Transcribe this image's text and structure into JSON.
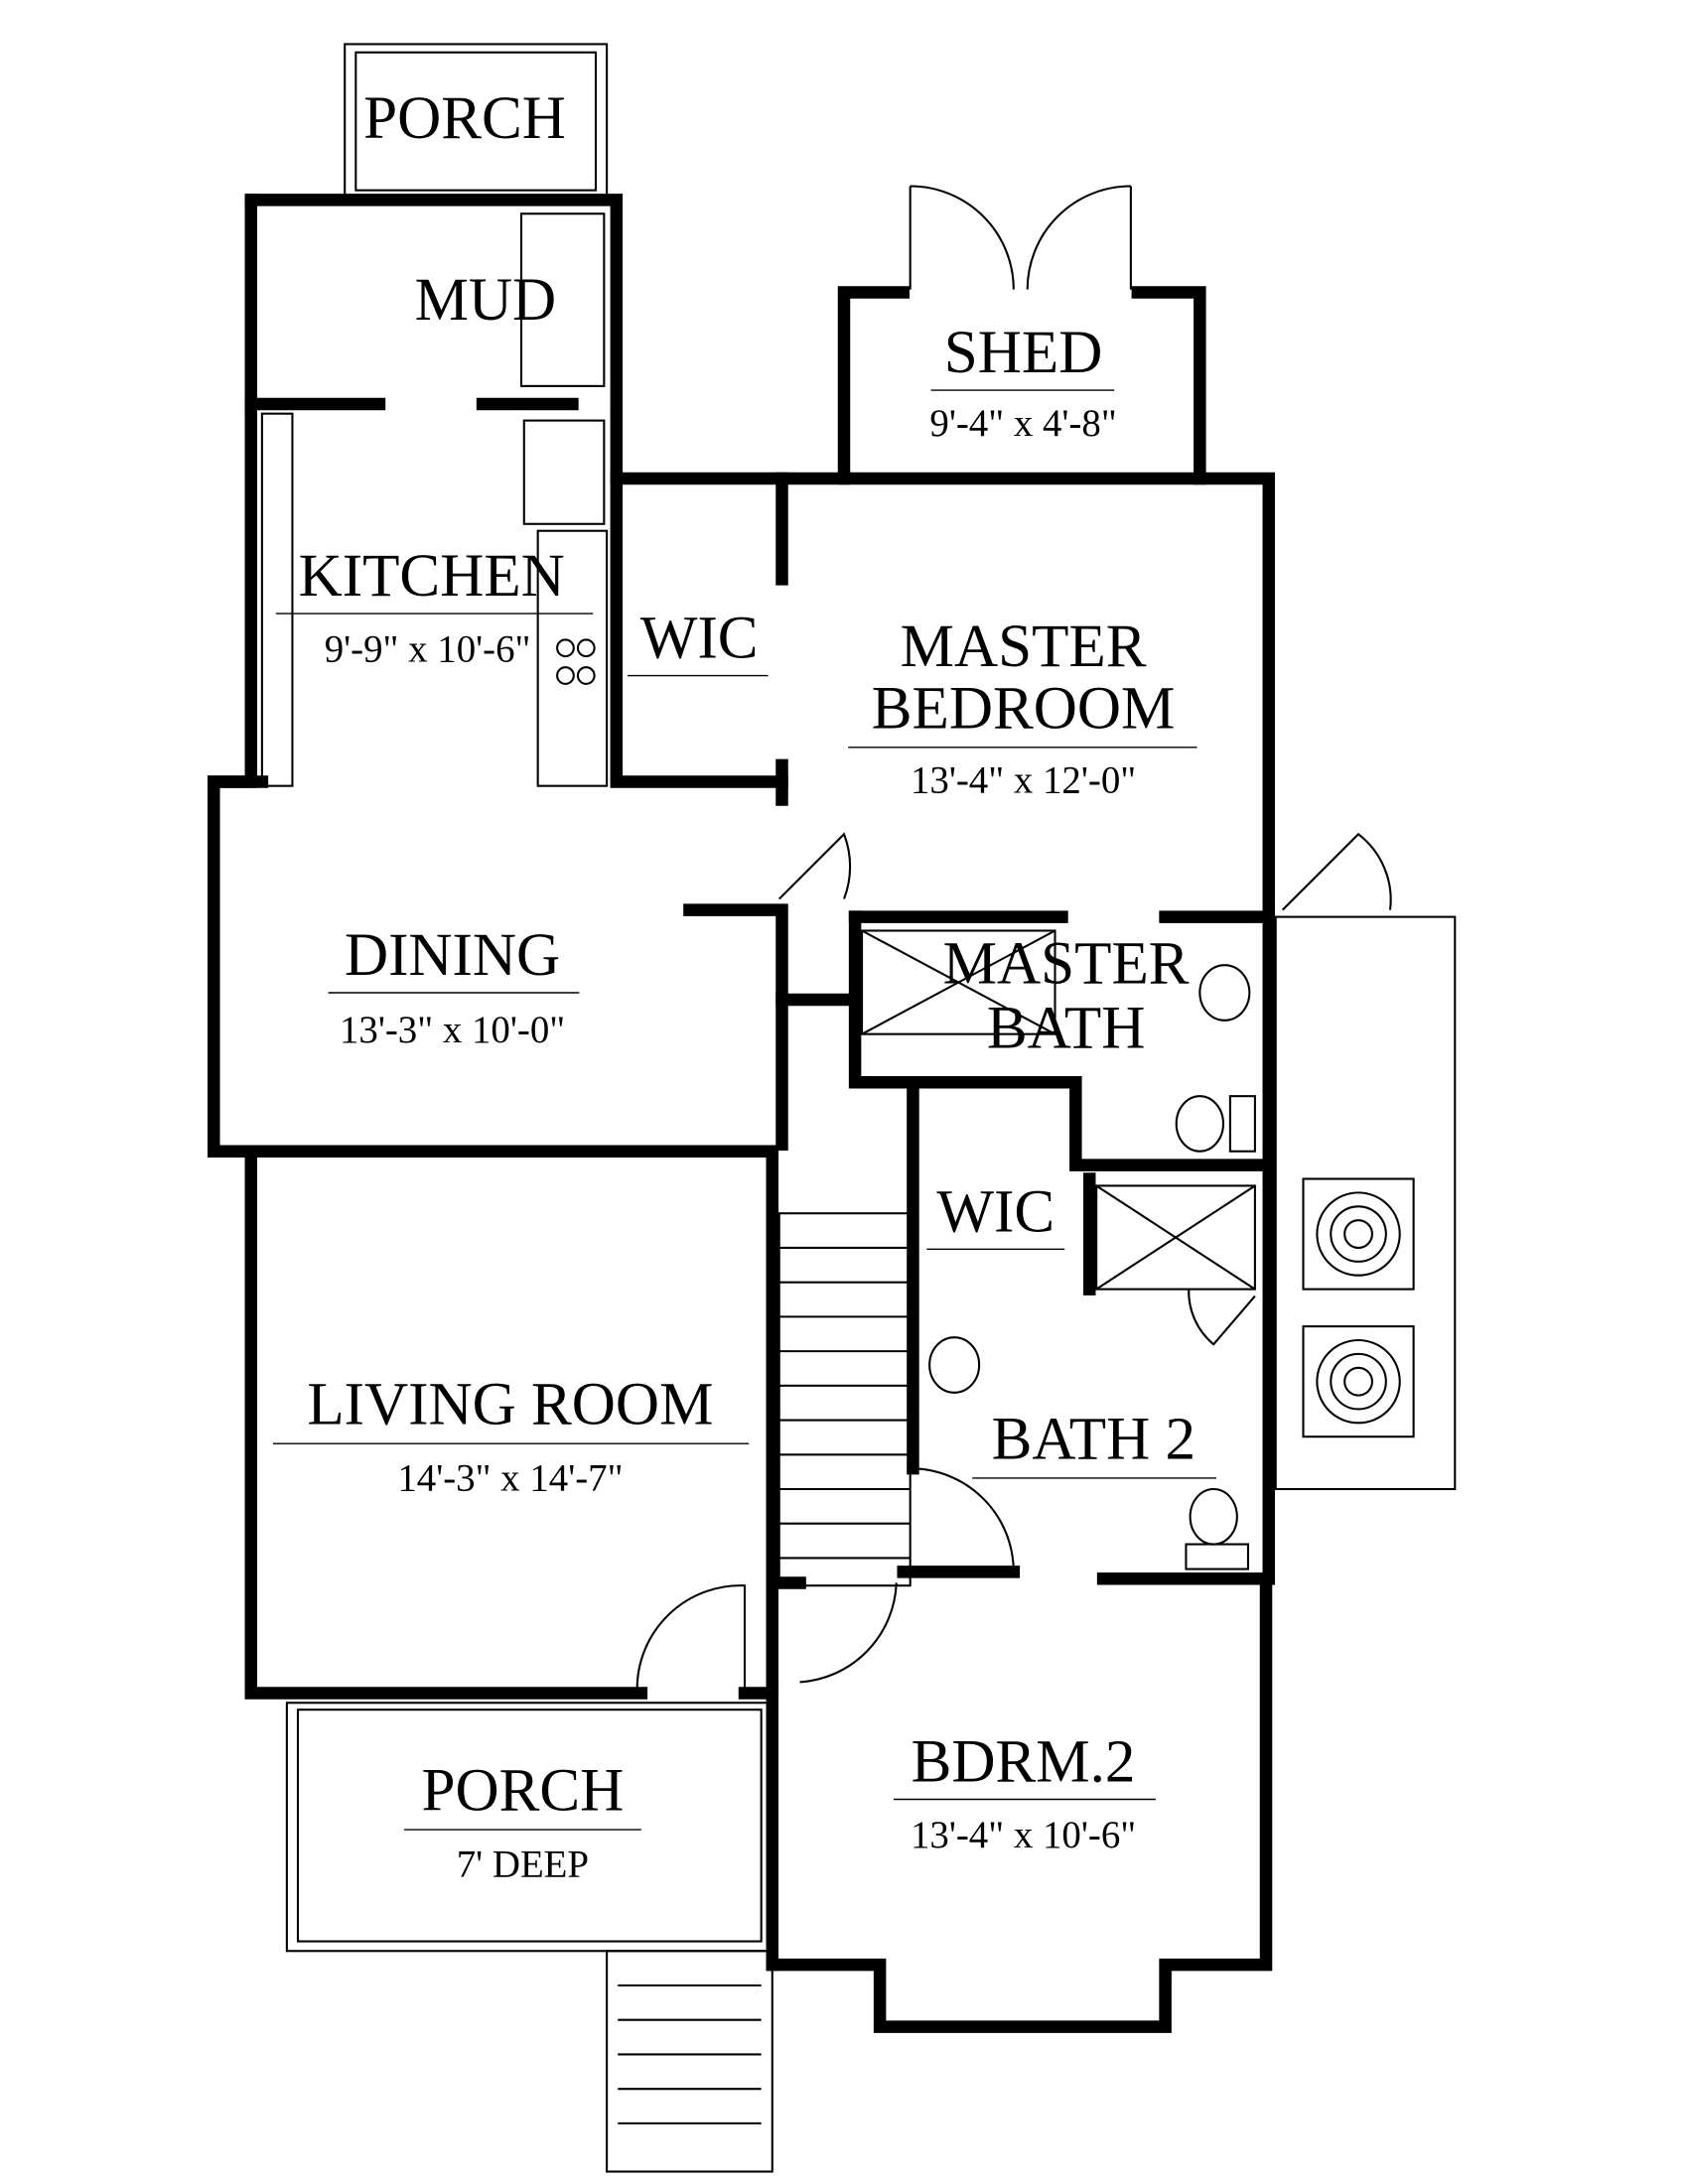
{
  "rooms": {
    "porch_rear": {
      "name": "PORCH"
    },
    "mud": {
      "name": "MUD"
    },
    "kitchen": {
      "name": "KITCHEN",
      "size": "9'-9\" x 10'-6\""
    },
    "wic_master": {
      "name": "WIC"
    },
    "master_bedroom": {
      "name_line1": "MASTER",
      "name_line2": "BEDROOM",
      "size": "13'-4\" x 12'-0\""
    },
    "shed": {
      "name": "SHED",
      "size": "9'-4\" x 4'-8\""
    },
    "dining": {
      "name": "DINING",
      "size": "13'-3\" x 10'-0\""
    },
    "master_bath": {
      "name_line1": "MASTER",
      "name_line2": "BATH"
    },
    "wic_2": {
      "name": "WIC"
    },
    "bath_2": {
      "name": "BATH 2"
    },
    "living_room": {
      "name": "LIVING ROOM",
      "size": "14'-3\" x 14'-7\""
    },
    "porch_front": {
      "name": "PORCH",
      "size": "7' DEEP"
    },
    "bedroom_2": {
      "name": "BDRM.2",
      "size": "13'-4\" x 10'-6\""
    }
  }
}
